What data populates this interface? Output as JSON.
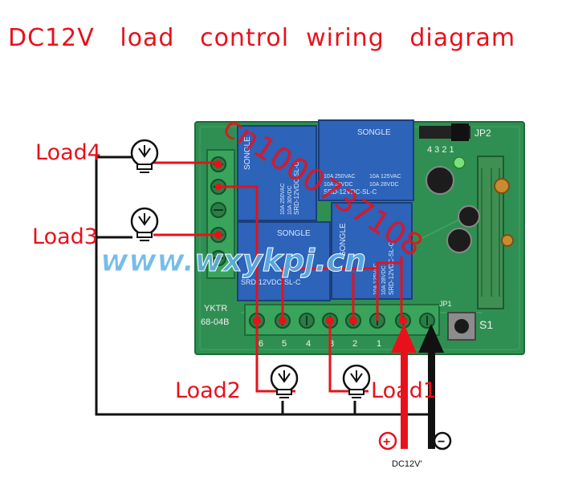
{
  "title": "DC12V   load   control  wiring   diagram",
  "loads": {
    "load4": "Load4",
    "load3": "Load3",
    "load2": "Load2",
    "load1": "Load1"
  },
  "power": {
    "plus": "+",
    "minus": "−",
    "label": "DC12V'"
  },
  "board": {
    "model_line1": "YKTR",
    "model_line2": "68-04B",
    "jp2": "JP2",
    "jp1": "JP1",
    "s1": "S1",
    "jp2_pins": "4 3 2 1",
    "bottom_pins": [
      "6",
      "5",
      "4",
      "3",
      "2",
      "1"
    ],
    "relay_brand": "SONGLE",
    "relay_model": "SRD-12VDC-SL-C",
    "relay_specs": [
      "10A 250VAC",
      "10A 125VAC",
      "10A 30VDC",
      "10A 28VDC"
    ]
  },
  "watermarks": {
    "site": "www.wxykpj.cn",
    "id": "cn1000737108"
  },
  "colors": {
    "accent": "#e8111b",
    "board": "#2f8f52",
    "relay": "#2d63b8",
    "terminal": "#3aa35c",
    "wire_black": "#111111",
    "watermark": "#5fb2e6"
  }
}
